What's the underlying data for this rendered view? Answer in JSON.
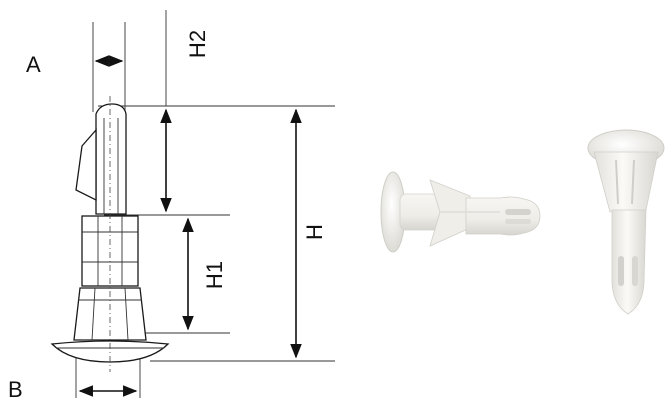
{
  "labels": {
    "a": "A",
    "b": "B",
    "h": "H",
    "h1": "H1",
    "h2": "H2"
  },
  "colors": {
    "line": "#111111",
    "part_fill": "#f4f3ee",
    "part_shadow": "#d9d8d2"
  }
}
